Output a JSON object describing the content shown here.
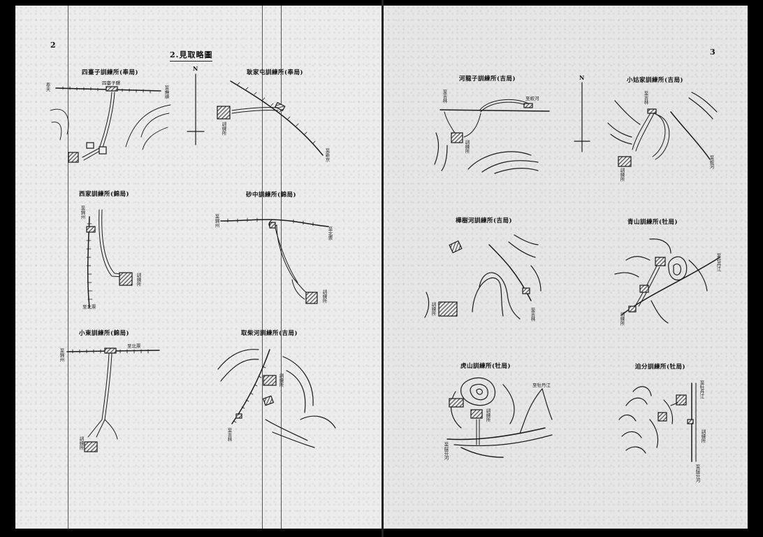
{
  "page_numbers": {
    "left": "2",
    "right": "3"
  },
  "section_heading": "2.見取略圖",
  "north_label": "N",
  "maps": {
    "m1": {
      "title": "四臺子訓練所(奉局)",
      "labels": [
        "奉天",
        "四臺子驛",
        "至撫順"
      ]
    },
    "m2": {
      "title": "耿家屯訓練所(奉局)",
      "labels": [
        "訓練所",
        "至新京"
      ]
    },
    "m3": {
      "title": "西家訓練所(錦局)",
      "labels": [
        "至錦州",
        "訓練所",
        "至北票"
      ]
    },
    "m4": {
      "title": "砂中訓練所(錦局)",
      "labels": [
        "至錦州",
        "訓練所",
        "至北票"
      ]
    },
    "m5": {
      "title": "小東訓練所(錦局)",
      "labels": [
        "至錦州",
        "訓練所",
        "至北票"
      ]
    },
    "m6": {
      "title": "取柴河訓練所(吉局)",
      "labels": [
        "訓練所",
        "至吉林"
      ]
    },
    "m7": {
      "title": "河龍子訓練所(吉局)",
      "labels": [
        "至吉林",
        "訓練所",
        "至蛟河"
      ]
    },
    "m8": {
      "title": "小姑家訓練所(吉局)",
      "labels": [
        "至吉林",
        "訓練所",
        "至蛟河"
      ]
    },
    "m9": {
      "title": "樺樹河訓練所(吉局)",
      "labels": [
        "至吉林",
        "訓練所"
      ]
    },
    "m10": {
      "title": "青山訓練所(牡局)",
      "labels": [
        "至牡丹江",
        "訓練所"
      ]
    },
    "m11": {
      "title": "虎山訓練所(牡局)",
      "labels": [
        "至牡丹江",
        "訓練所",
        "至綏芬河"
      ]
    },
    "m12": {
      "title": "迫分訓練所(牡局)",
      "labels": [
        "至牡丹江",
        "訓練所",
        "至綏芬河"
      ]
    }
  }
}
